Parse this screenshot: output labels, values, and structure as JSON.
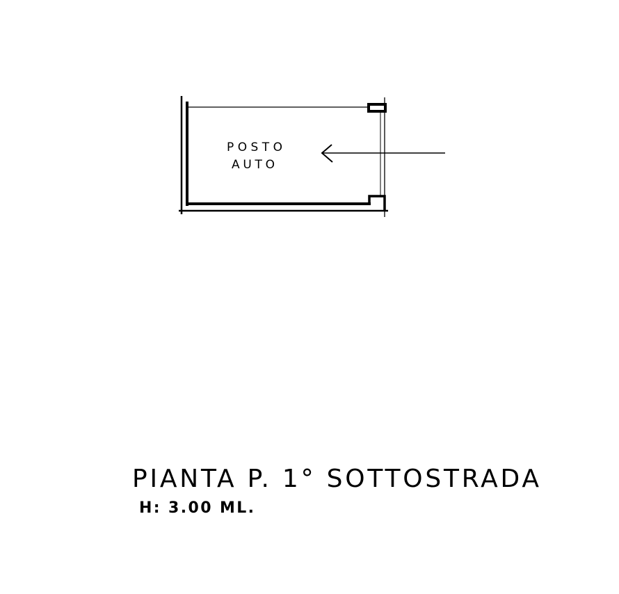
{
  "plan": {
    "room_label_line1": "POSTO",
    "room_label_line2": "AUTO",
    "title": "PIANTA  P. 1° SOTTOSTRADA",
    "height_note": "H: 3.00 ML."
  },
  "colors": {
    "ink": "#000000",
    "paper": "#ffffff"
  }
}
